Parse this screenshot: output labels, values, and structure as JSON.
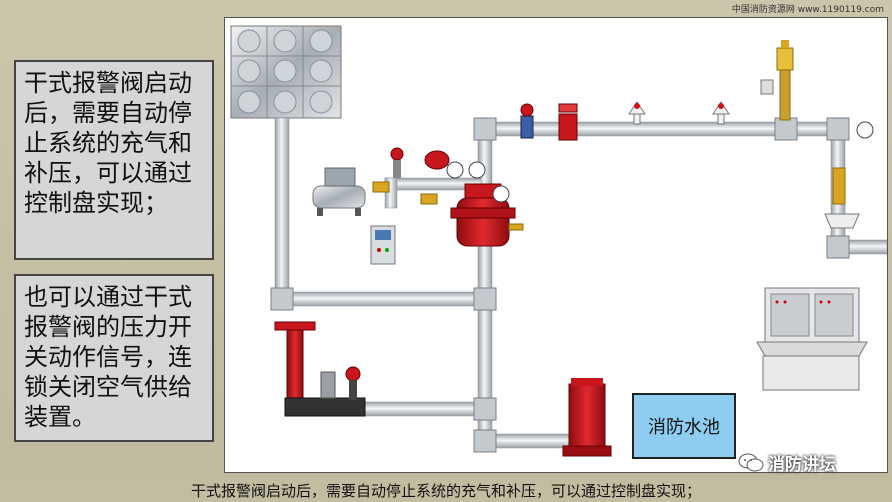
{
  "watermark_top": "中国消防资源网 www.1190119.com",
  "box1_text": "干式报警阀启动后，需要自动停止系统的充气和补压，可以通过控制盘实现；",
  "box2_text": "也可以通过干式报警阀的压力开关动作信号，连锁关闭空气供给装置。",
  "diagram": {
    "pool_label": "消防水池",
    "brand_label": "消防讲坛",
    "brand_icon": "wechat-icon"
  },
  "caption": "干式报警阀启动后，需要自动停止系统的充气和补压，可以通过控制盘实现；",
  "colors": {
    "pipe": "#d8dde2",
    "pipe_edge": "#8a9098",
    "valve_red": "#c8161d",
    "pool_water": "#8fcdf0",
    "panel_bg": "#d6d6d6"
  }
}
